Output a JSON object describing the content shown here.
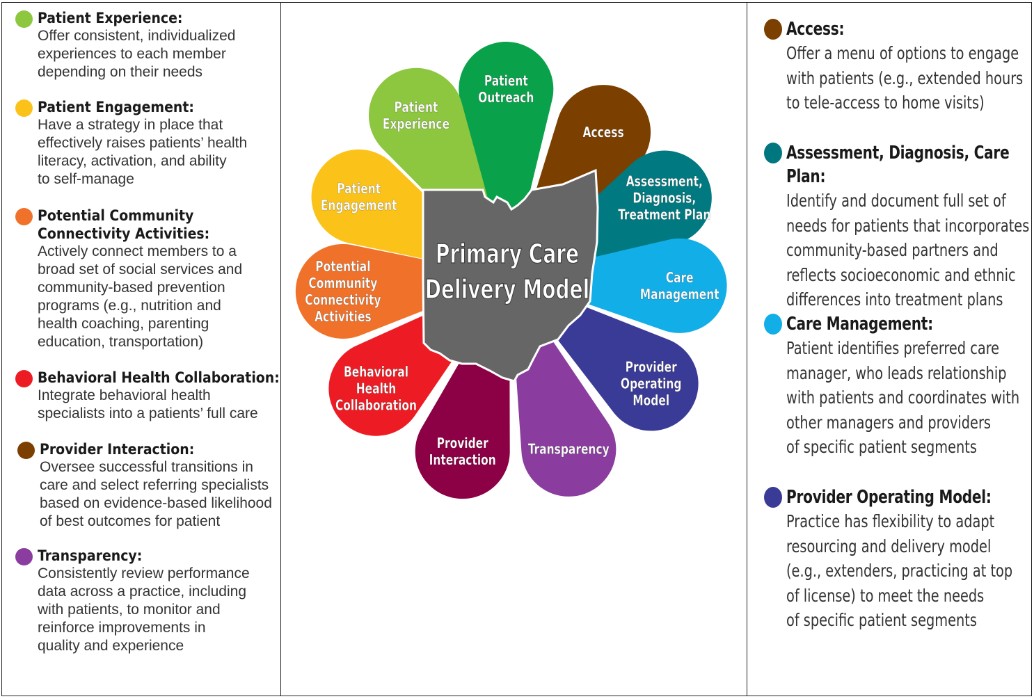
{
  "left_items": [
    {
      "title": "Patient Experience:",
      "body": "Offer consistent, individualized\nexperiences to each member\ndepending on their needs",
      "color": "#8dc63f"
    },
    {
      "title": "Patient Engagement:",
      "body": "Have a strategy in place that\neffectively raises patients’ health\nliteracy, activation, and ability\nto self-manage",
      "color": "#fbc31a"
    },
    {
      "title": "Potential Community\nConnectivity Activities:",
      "body": "Actively connect members to a\nbroad set of social services and\ncommunity-based prevention\nprograms (e.g., nutrition and\nhealth coaching, parenting\neducation, transportation)",
      "color": "#f0722a"
    },
    {
      "title": "Behavioral Health Collaboration:",
      "body": "Integrate behavioral health\nspecialists into a patients’ full care",
      "color": "#ed1c24"
    },
    {
      "title": "Provider Interaction:",
      "body": "Oversee successful transitions in\ncare and select referring specialists\nbased on evidence-based likelihood\nof best outcomes for patient",
      "color": "#7b3f00"
    },
    {
      "title": "Transparency:",
      "body": "Consistently review performance\ndata across a practice, including\nwith patients, to monitor and\nreinforce improvements in\nquality and experience",
      "color": "#8a3d9e"
    }
  ],
  "right_items": [
    {
      "title": "Access:",
      "body": "Offer a menu of options to engage\nwith patients (e.g., extended hours\nto tele-access to home visits)",
      "color": "#7b3f00"
    },
    {
      "title": "Assessment, Diagnosis, Care Plan:",
      "body": "Identify and document full set of\nneeds for patients that incorporates\ncommunity-based partners and\nreflects socioeconomic and ethnic\ndifferences into treatment plans",
      "color": "#00767f"
    },
    {
      "title": "Care Management:",
      "body": "Patient identifies preferred care\nmanager, who leads relationship\nwith patients and coordinates with\nother managers and providers\nof specific patient segments",
      "color": "#12aee8"
    },
    {
      "title": "Provider Operating Model:",
      "body": "Practice has flexibility to adapt\nresourcing and delivery model\n(e.g., extenders, practicing at top\nof license)  to meet the needs\nof specific patient segments",
      "color": "#3a3a97"
    }
  ],
  "diagram": {
    "center_label": [
      "Primary Care",
      "Delivery Model"
    ],
    "center_color": "#666666",
    "petals": [
      {
        "label": [
          "Patient",
          "Outreach"
        ],
        "color": "#0aa14b"
      },
      {
        "label": [
          "Access"
        ],
        "color": "#7b3f00"
      },
      {
        "label": [
          "Assessment,",
          "Diagnosis,",
          "Treatment Plan"
        ],
        "color": "#007a80"
      },
      {
        "label": [
          "Care",
          "Management"
        ],
        "color": "#12aee8"
      },
      {
        "label": [
          "Provider",
          "Operating",
          "Model"
        ],
        "color": "#3a3a97"
      },
      {
        "label": [
          "Transparency"
        ],
        "color": "#8a3d9e"
      },
      {
        "label": [
          "Provider",
          "Interaction"
        ],
        "color": "#8c0045"
      },
      {
        "label": [
          "Behavioral",
          "Health",
          "Collaboration"
        ],
        "color": "#ed1c24"
      },
      {
        "label": [
          "Potential",
          "Community",
          "Connectivity",
          "Activities"
        ],
        "color": "#f0722a"
      },
      {
        "label": [
          "Patient",
          "Engagement"
        ],
        "color": "#fbc31a"
      },
      {
        "label": [
          "Patient",
          "Experience"
        ],
        "color": "#8dc63f"
      }
    ]
  }
}
